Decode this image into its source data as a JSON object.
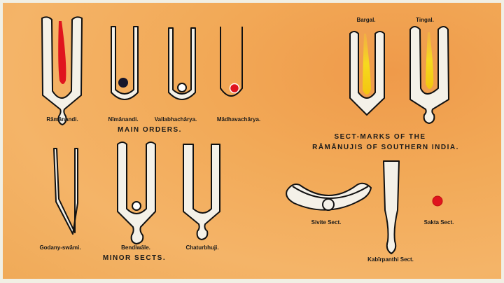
{
  "plate": {
    "background_color": "#f2a957",
    "mark_fill": "#f4f1e8",
    "outline_color": "#111111"
  },
  "groups": {
    "main_orders": {
      "caption": "MAIN ORDERS.",
      "marks": [
        {
          "name": "Rāmānandi.",
          "center": "red-streak",
          "center_color": "#e0141e"
        },
        {
          "name": "Nīmānandi.",
          "center": "dot",
          "center_color": "#15152a"
        },
        {
          "name": "Vallabhachārya.",
          "center": "dot",
          "center_color": "#ffffff"
        },
        {
          "name": "Mādhavachārya.",
          "center": "dot",
          "center_color": "#e0141e"
        }
      ]
    },
    "ramanujis": {
      "caption_line1": "SECT-MARKS OF THE",
      "caption_line2": "RĀMĀNUJIS OF SOUTHERN INDIA.",
      "marks": [
        {
          "name": "Bargal.",
          "center": "yellow-streak",
          "center_color": "#f7e51c"
        },
        {
          "name": "Tingal.",
          "center": "yellow-streak",
          "center_color": "#f7e51c"
        }
      ]
    },
    "minor_sects": {
      "caption": "MINOR SECTS.",
      "marks": [
        {
          "name": "Godany-swāmi."
        },
        {
          "name": "Bendiwāle.",
          "center": "dot",
          "center_color": "#ffffff"
        },
        {
          "name": "Chaturbhuji."
        }
      ]
    },
    "other_sects": {
      "marks": [
        {
          "name": "Sivite Sect."
        },
        {
          "name": "Kabīrpanthi Sect."
        },
        {
          "name": "Sakta Sect.",
          "center": "dot",
          "center_color": "#e0141e"
        }
      ]
    }
  }
}
